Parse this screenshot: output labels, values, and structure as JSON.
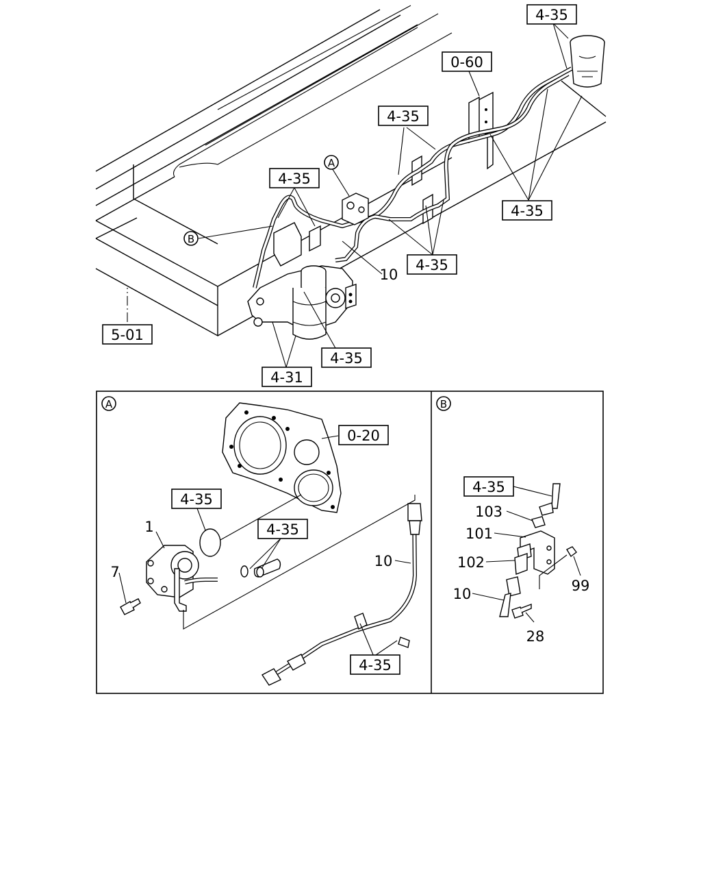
{
  "main_view": {
    "refs": {
      "top_right": "4-35",
      "bracket": "0-60",
      "mid_upper": "4-35",
      "left_upper": "4-35",
      "right_lower": "4-35",
      "mid_lower": "4-35",
      "frame": "5-01",
      "pump_lower": "4-35",
      "pump_base": "4-31"
    },
    "part_numbers": {
      "hose": "10"
    },
    "callouts": {
      "a": "A",
      "b": "B"
    }
  },
  "detail_a": {
    "marker": "A",
    "refs": {
      "gasket": "0-20",
      "oring": "4-35",
      "hose_fittings": "4-35",
      "clamp": "4-35"
    },
    "part_numbers": {
      "pump": "1",
      "bolt": "7",
      "hose": "10"
    }
  },
  "detail_b": {
    "marker": "B",
    "refs": {
      "fitting": "4-35"
    },
    "part_numbers": {
      "nut": "103",
      "bracket": "101",
      "connector": "102",
      "hose": "10",
      "nut_right": "99",
      "bolt": "28"
    }
  }
}
